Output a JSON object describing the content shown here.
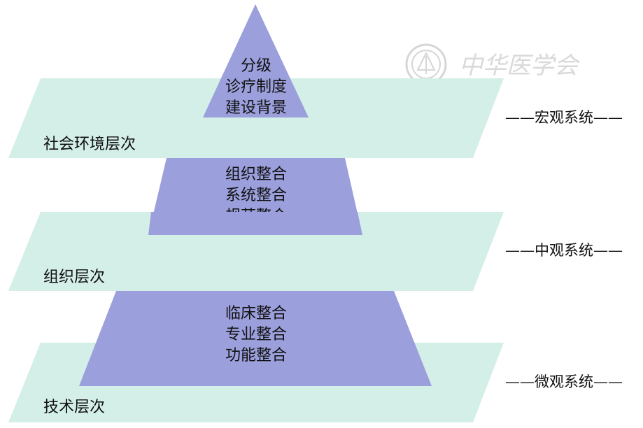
{
  "colors": {
    "layer_fill": "#d4efe8",
    "triangle_fill": "#9b9fdc",
    "line": "#222222",
    "watermark": "#d6d6d6"
  },
  "watermark": {
    "text": "中华医学会",
    "icon": "society-seal-icon"
  },
  "layers": [
    {
      "label": "社会环境层次",
      "system": "——宏观系统——"
    },
    {
      "label": "组织层次",
      "system": "——中观系统——"
    },
    {
      "label": "技术层次",
      "system": "——微观系统——"
    }
  ],
  "triangles": [
    {
      "lines": [
        "分级",
        "诊疗制度",
        "建设背景"
      ]
    },
    {
      "lines": [
        "组织整合",
        "系统整合",
        "规范整合"
      ]
    },
    {
      "lines": [
        "临床整合",
        "专业整合",
        "功能整合"
      ]
    }
  ]
}
